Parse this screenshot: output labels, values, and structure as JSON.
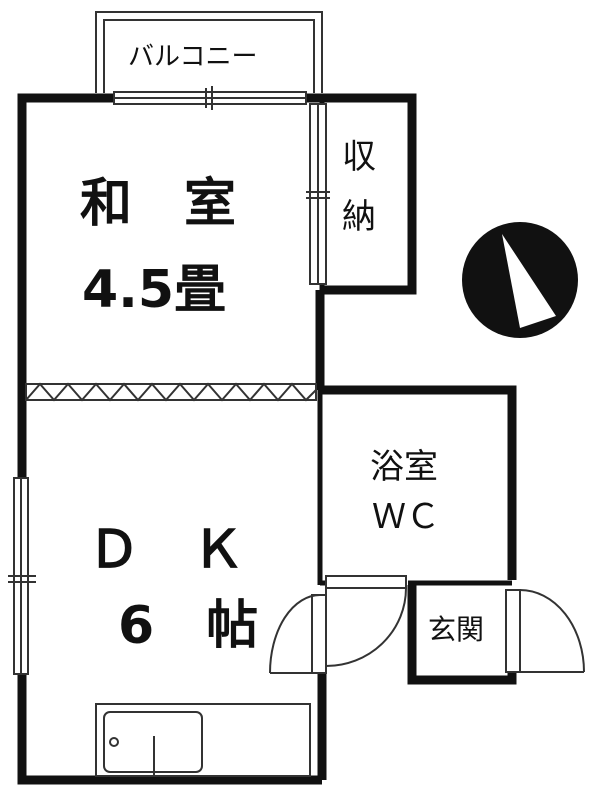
{
  "rooms": {
    "balcony": "バルコニー",
    "storage": [
      "収",
      "納"
    ],
    "washitsu": [
      "和　室",
      "4.5畳"
    ],
    "bath": [
      "浴室",
      "ＷＣ"
    ],
    "dk": [
      "Ｄ　Ｋ",
      "6　帖"
    ],
    "entrance": "玄関"
  },
  "colors": {
    "wall": "#111111",
    "line": "#333333",
    "compass_fill": "#111111",
    "compass_needle": "#ffffff"
  }
}
